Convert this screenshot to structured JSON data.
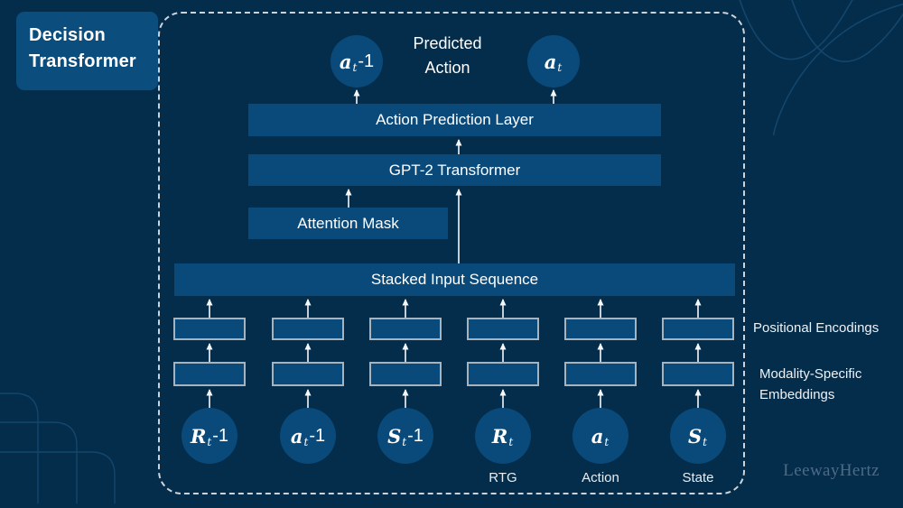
{
  "colors": {
    "background": "#042c4b",
    "panel_fill": "#0a4a7a",
    "box_border": "#a6b4bf",
    "dashed_border": "#ccd4da",
    "arrow": "#f5f8fa",
    "text": "#ffffff",
    "watermark_text": "#4c6b87",
    "decor_line": "#14466b"
  },
  "title_box": {
    "label": "Decision Transformer"
  },
  "diagram": {
    "predicted_action_label": "Predicted Action",
    "top_circles": [
      {
        "base": "a",
        "sub": "t",
        "suffix": "-1"
      },
      {
        "base": "a",
        "sub": "t",
        "suffix": ""
      }
    ],
    "bars": {
      "action": "Action Prediction Layer",
      "gpt2": "GPT-2 Transformer",
      "attention": "Attention Mask",
      "stacked": "Stacked Input Sequence"
    },
    "columns": [
      {
        "base": "R",
        "sub": "t",
        "suffix": "-1",
        "label": ""
      },
      {
        "base": "a",
        "sub": "t",
        "suffix": "-1",
        "label": ""
      },
      {
        "base": "S",
        "sub": "t",
        "suffix": "-1",
        "label": ""
      },
      {
        "base": "R",
        "sub": "t",
        "suffix": "",
        "label": "RTG"
      },
      {
        "base": "a",
        "sub": "t",
        "suffix": "",
        "label": "Action"
      },
      {
        "base": "S",
        "sub": "t",
        "suffix": "",
        "label": "State"
      }
    ],
    "side_labels": {
      "positional": "Positional Encodings",
      "modality_line1": "Modality-Specific",
      "modality_line2": "Embeddings"
    }
  },
  "watermark": "LeewayHertz"
}
